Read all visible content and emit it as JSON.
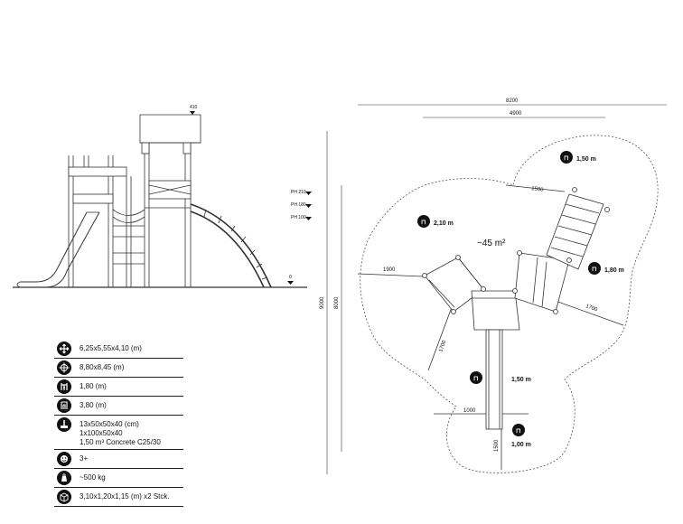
{
  "elevation": {
    "tower_height_label": "410",
    "platform_labels": [
      "PH 210",
      "PH 180",
      "PH 100"
    ],
    "ground_label": "0"
  },
  "plan": {
    "dim_total_width": "8200",
    "dim_partial_width": "4900",
    "dim_total_height": "9000",
    "dim_partial_height": "8000",
    "area_label": "~45 m²",
    "dim_left_arm": "1900",
    "dim_right_arm": "1700",
    "dim_top_arm": "1500",
    "dim_bottom_left": "1700",
    "dim_bottom_width": "1000",
    "dim_bottom_height": "1500",
    "fall_heights": [
      "1,50 m",
      "2,10 m",
      "1,80 m",
      "1,50 m",
      "1,00 m"
    ]
  },
  "specs": [
    {
      "icon": "dimensions-icon",
      "text": "6,25x5,55x4,10 (m)"
    },
    {
      "icon": "safety-area-icon",
      "text": "8,80x8,45 (m)"
    },
    {
      "icon": "fall-height-icon",
      "text": "1,80 (m)"
    },
    {
      "icon": "height-icon",
      "text": "3,80 (m)"
    },
    {
      "icon": "foundation-icon",
      "text": "13x50x50x40 (cm)\n1x100x50x40\n1,50 m³ Concrete C25/30"
    },
    {
      "icon": "age-icon",
      "text": "3+"
    },
    {
      "icon": "weight-icon",
      "text": "~500 kg"
    },
    {
      "icon": "package-icon",
      "text": "3,10x1,20x1,15 (m) x2 Stck."
    }
  ]
}
